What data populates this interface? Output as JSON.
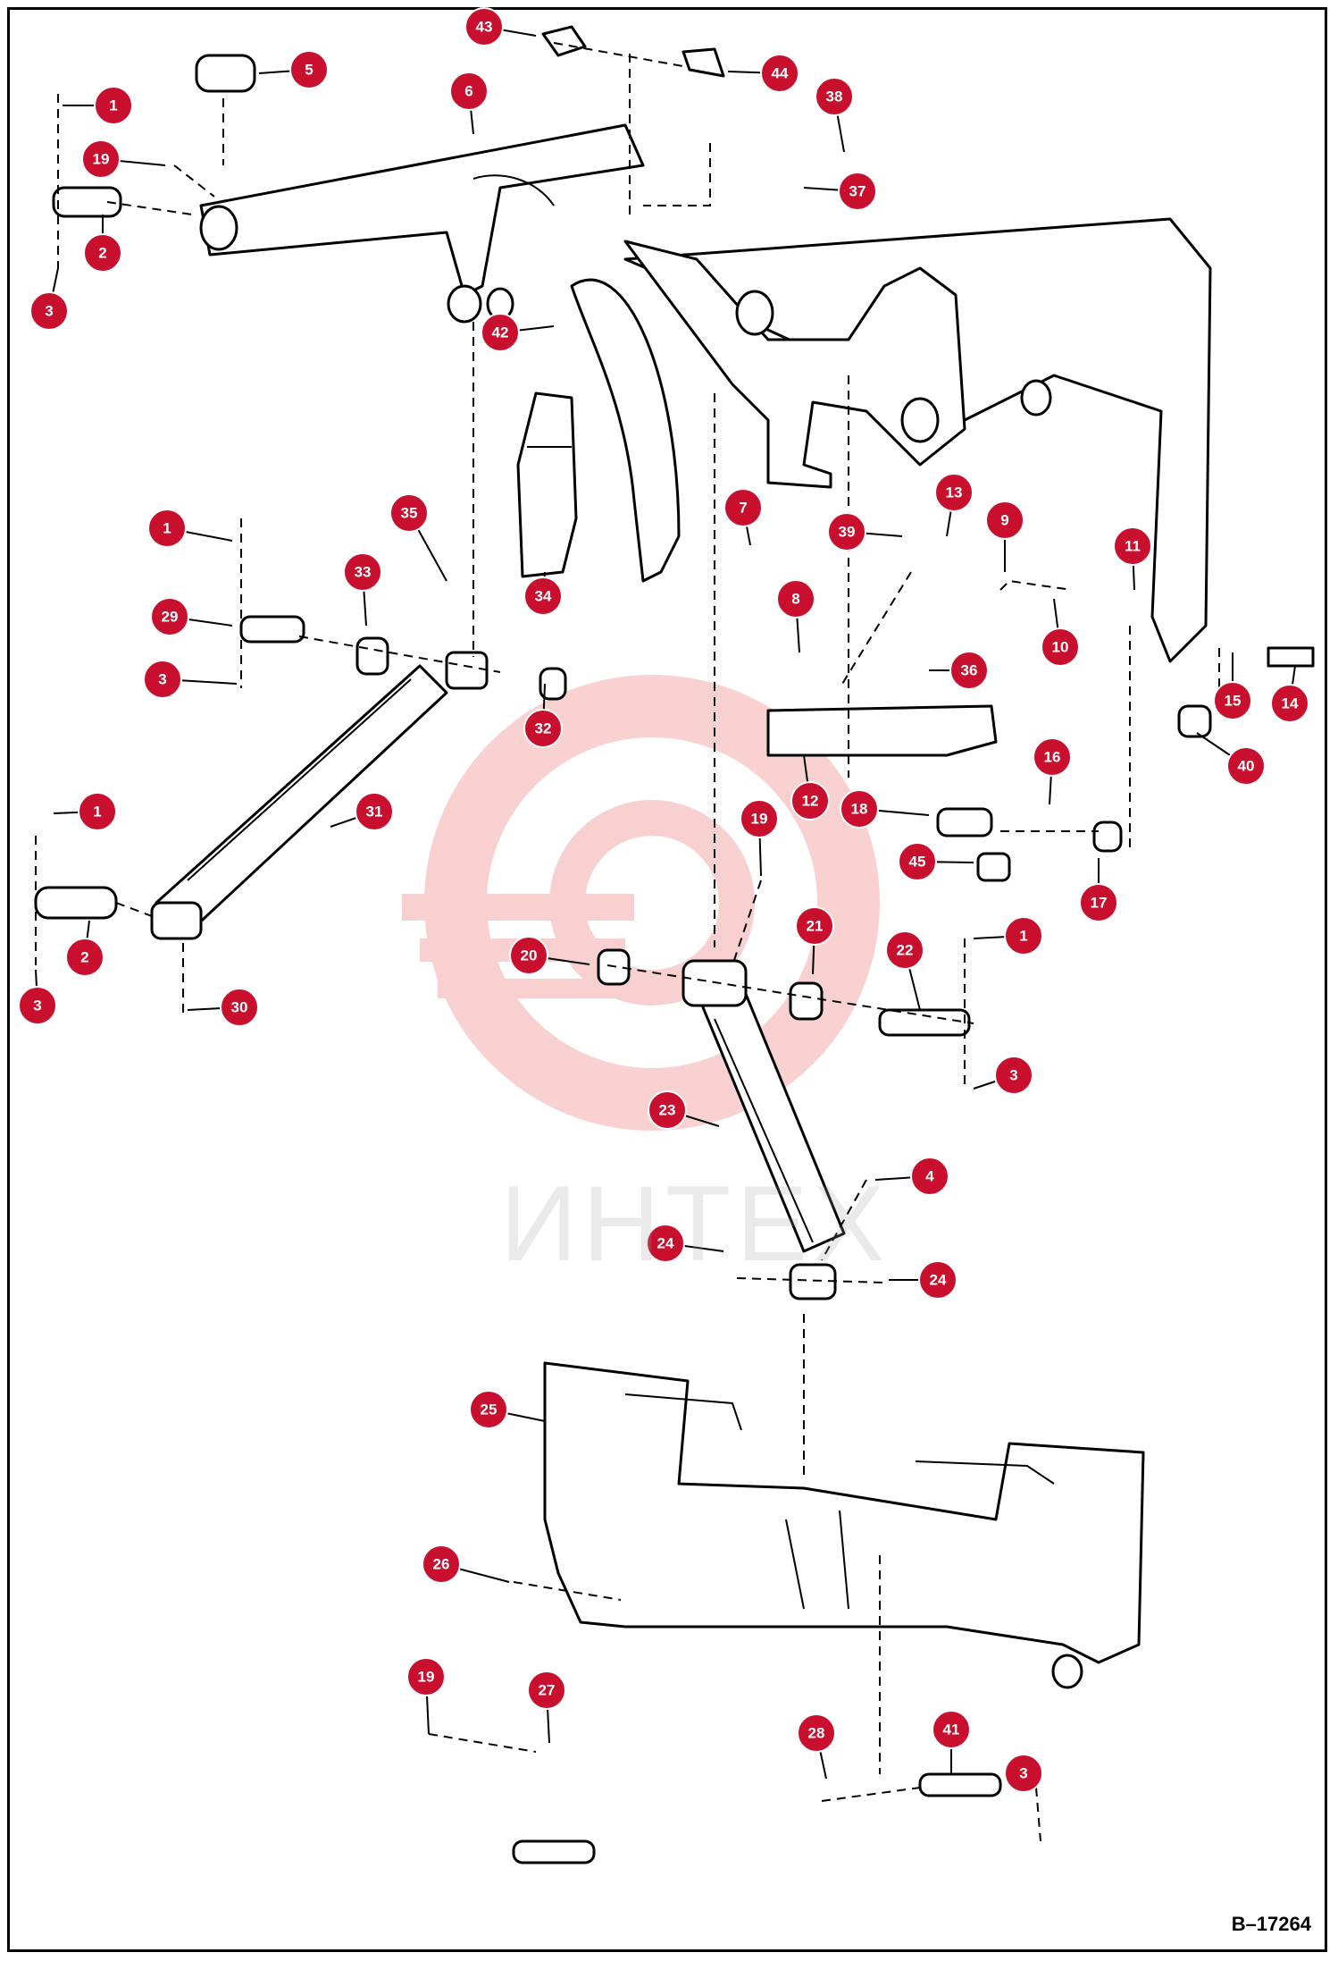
{
  "figure": {
    "code": "B–17264",
    "watermark": "ИНТЕХ"
  },
  "colors": {
    "callout_fill": "#c8102e",
    "callout_text": "#ffffff",
    "line_art": "#000000",
    "watermark": "#f2b5b5"
  },
  "callouts": [
    {
      "n": "1",
      "id": "c1a"
    },
    {
      "n": "2",
      "id": "c2a"
    },
    {
      "n": "3",
      "id": "c3a"
    },
    {
      "n": "5",
      "id": "c5"
    },
    {
      "n": "6",
      "id": "c6"
    },
    {
      "n": "19",
      "id": "c19a"
    },
    {
      "n": "42",
      "id": "c42"
    },
    {
      "n": "43",
      "id": "c43"
    },
    {
      "n": "44",
      "id": "c44"
    },
    {
      "n": "38",
      "id": "c38"
    },
    {
      "n": "37",
      "id": "c37"
    },
    {
      "n": "35",
      "id": "c35"
    },
    {
      "n": "1",
      "id": "c1b"
    },
    {
      "n": "33",
      "id": "c33"
    },
    {
      "n": "29",
      "id": "c29"
    },
    {
      "n": "3",
      "id": "c3b"
    },
    {
      "n": "34",
      "id": "c34"
    },
    {
      "n": "32",
      "id": "c32"
    },
    {
      "n": "7",
      "id": "c7"
    },
    {
      "n": "39",
      "id": "c39"
    },
    {
      "n": "13",
      "id": "c13"
    },
    {
      "n": "9",
      "id": "c9"
    },
    {
      "n": "11",
      "id": "c11"
    },
    {
      "n": "8",
      "id": "c8"
    },
    {
      "n": "10",
      "id": "c10"
    },
    {
      "n": "36",
      "id": "c36"
    },
    {
      "n": "15",
      "id": "c15"
    },
    {
      "n": "14",
      "id": "c14"
    },
    {
      "n": "40",
      "id": "c40"
    },
    {
      "n": "12",
      "id": "c12"
    },
    {
      "n": "16",
      "id": "c16"
    },
    {
      "n": "18",
      "id": "c18"
    },
    {
      "n": "45",
      "id": "c45"
    },
    {
      "n": "17",
      "id": "c17"
    },
    {
      "n": "1",
      "id": "c1c"
    },
    {
      "n": "31",
      "id": "c31"
    },
    {
      "n": "2",
      "id": "c2b"
    },
    {
      "n": "3",
      "id": "c3c"
    },
    {
      "n": "30",
      "id": "c30"
    },
    {
      "n": "19",
      "id": "c19b"
    },
    {
      "n": "20",
      "id": "c20"
    },
    {
      "n": "21",
      "id": "c21"
    },
    {
      "n": "22",
      "id": "c22"
    },
    {
      "n": "1",
      "id": "c1d"
    },
    {
      "n": "3",
      "id": "c3d"
    },
    {
      "n": "23",
      "id": "c23"
    },
    {
      "n": "4",
      "id": "c4"
    },
    {
      "n": "24",
      "id": "c24a"
    },
    {
      "n": "24",
      "id": "c24b"
    },
    {
      "n": "25",
      "id": "c25"
    },
    {
      "n": "26",
      "id": "c26"
    },
    {
      "n": "19",
      "id": "c19c"
    },
    {
      "n": "27",
      "id": "c27"
    },
    {
      "n": "28",
      "id": "c28"
    },
    {
      "n": "41",
      "id": "c41"
    },
    {
      "n": "3",
      "id": "c3e"
    }
  ]
}
